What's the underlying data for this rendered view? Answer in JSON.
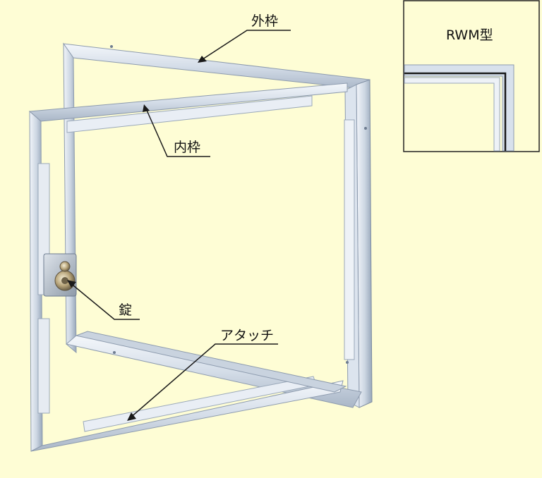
{
  "labels": {
    "outer_frame": "外枠",
    "inner_frame": "内枠",
    "lock": "錠",
    "attachment": "アタッチ"
  },
  "inset": {
    "title": "RWM型"
  },
  "colors": {
    "background": "#FEFDD5",
    "frame_light": "#E6EDF6",
    "frame_mid": "#B9C6D6",
    "frame_dark": "#7D8CA0",
    "line": "#1A1A1A",
    "inset_border": "#222222"
  }
}
